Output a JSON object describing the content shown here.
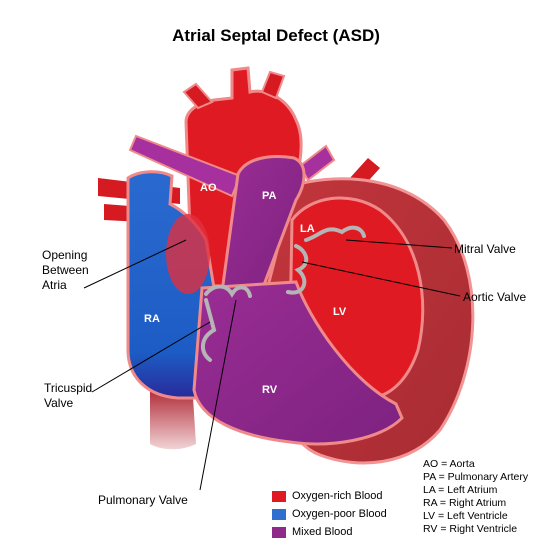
{
  "title": "Atrial Septal Defect (ASD)",
  "colors": {
    "oxygen_rich": "#e01a22",
    "oxygen_poor": "#2f6fd0",
    "mixed": "#8e2a8a",
    "outer_muscle": "#b8343a",
    "outline": "#f08a8a",
    "valve": "#b5b5b5"
  },
  "chambers": {
    "ao": "AO",
    "pa": "PA",
    "la": "LA",
    "ra": "RA",
    "lv": "LV",
    "rv": "RV"
  },
  "callouts": {
    "opening_line1": "Opening",
    "opening_line2": "Between",
    "opening_line3": "Atria",
    "tricuspid_line1": "Tricuspid",
    "tricuspid_line2": "Valve",
    "pulmonary": "Pulmonary Valve",
    "mitral": "Mitral Valve",
    "aortic": "Aortic Valve"
  },
  "legend": [
    {
      "label": "Oxygen-rich Blood",
      "color": "#e01a22"
    },
    {
      "label": "Oxygen-poor Blood",
      "color": "#2f6fd0"
    },
    {
      "label": "Mixed Blood",
      "color": "#8e2a8a"
    }
  ],
  "abbreviations": [
    "AO = Aorta",
    "PA = Pulmonary Artery",
    "LA = Left Atrium",
    "RA = Right Atrium",
    "LV = Left Ventricle",
    "RV = Right Ventricle"
  ]
}
